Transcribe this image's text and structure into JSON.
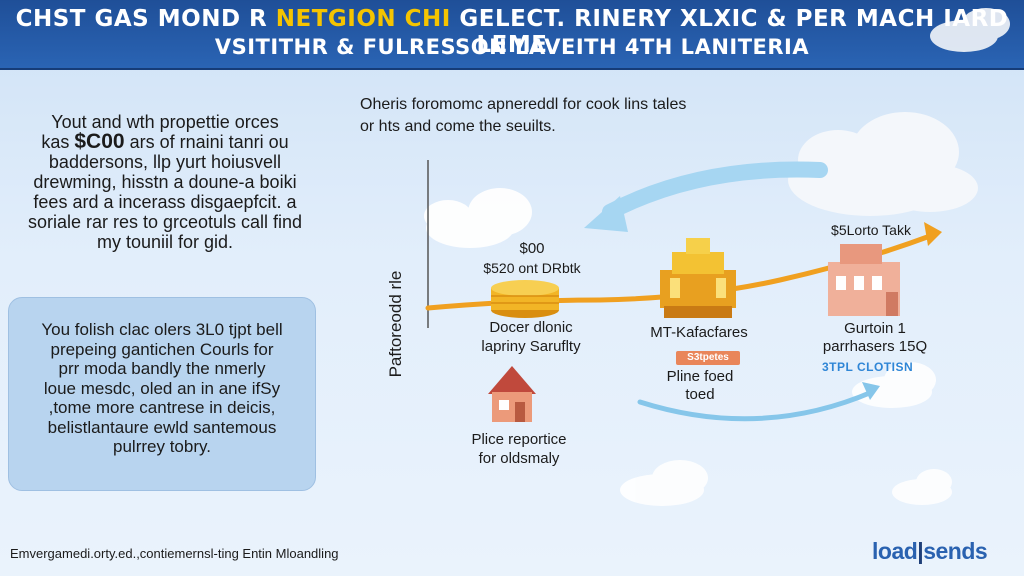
{
  "header": {
    "line1_pre": "CHST GAS MOND R ",
    "line1_accent": "NETGION CHI",
    "line1_post": " GELECT. RINERY XLXIC & PER MACH IARD LEME",
    "line2": "VSITITHR & FULRESSON LAVEITH 4TH LANITERIA"
  },
  "intro": {
    "line1": "Yout and wth propettie orces",
    "line2_pre": "kas ",
    "line2_big": "$C00",
    "line2_post": " ars of rnaini tanri ou",
    "line3": "baddersons, llp yurt hoiusvell",
    "line4": "drewming, hisstn a doune-a boiki",
    "line5": "fees ard a incerass disgaepfcit. a",
    "line6": "soriale rar res to grceotuls call find",
    "line7": "my touniil for gid."
  },
  "callout": {
    "lines": [
      "You folish clac olers 3L0 tjpt bell",
      "prepeing gantichen Courls for",
      "prr moda bandly the nmerly",
      "loue mesdc, oled an in ane ifSy",
      ",tome more cantrese in deicis,",
      "belistlantaure ewld santemous",
      "pulrrey tobry."
    ]
  },
  "top_note": {
    "line1": "Oheris foromomc apnereddl for cook lins tales",
    "line2": "or hts and come the seuilts."
  },
  "axis": {
    "ylabel": "Paftoreodd rle"
  },
  "nodes": {
    "coins_price1": "$00",
    "coins_price2": "$520 ont DRbtk",
    "coins_label1": "Docer dlonic",
    "coins_label2": "lapriny Saruflty",
    "house_label1": "Plice reportice",
    "house_label2": "for oldsmaly",
    "machine_label": "MT-Kafacfares",
    "machine_badge": "S3tpetes",
    "machine_sub1": "Pline foed",
    "machine_sub2": "toed",
    "right_top": "$5Lorto Takk",
    "right_label1": "Gurtoin 1",
    "right_label2": "parrhasers 15Q",
    "right_tag": "3TPL CLOTISN"
  },
  "footer": {
    "text": "Emvergamedi.orty.ed.,contiemernsl-ting Entin Mloandling"
  },
  "logo": {
    "part1": "load",
    "sep": "|",
    "part2": "sends"
  },
  "colors": {
    "header": "#2a64b4",
    "accent": "#f5c400",
    "arrow_orange": "#f0a020",
    "arrow_blue": "#86c6ea",
    "callout": "#b8d4ef"
  }
}
